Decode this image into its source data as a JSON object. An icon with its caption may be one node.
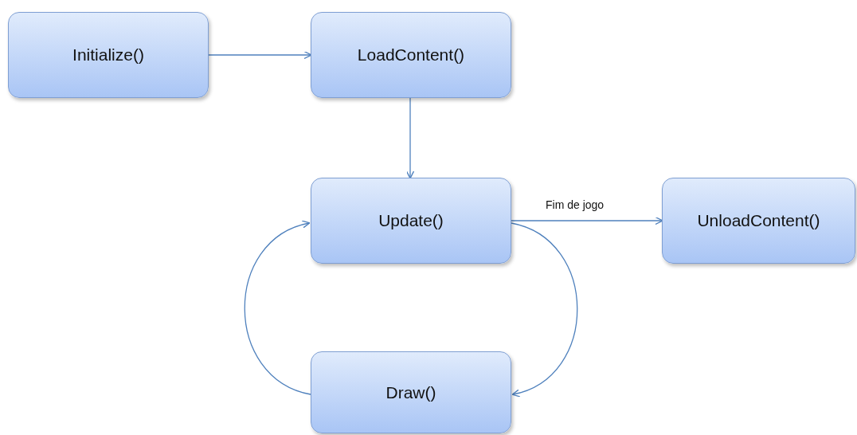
{
  "diagram": {
    "nodes": [
      {
        "text": [
          "Initialize()"
        ]
      },
      {
        "text": [
          "LoadContent()"
        ]
      },
      {
        "text": [
          "Update()"
        ]
      },
      {
        "text": [
          "UnloadContent()"
        ]
      },
      {
        "text": [
          "Draw()"
        ]
      }
    ],
    "edges": [
      {
        "from": 0,
        "to": 1,
        "arrow": "to"
      },
      {
        "from": 1,
        "to": 2,
        "arrow": "to"
      },
      {
        "from": 2,
        "to": 3,
        "arrow": "to",
        "label": "Fim de jogo"
      },
      {
        "from": 2,
        "to": 4,
        "arrow": "to"
      },
      {
        "from": 4,
        "to": 2,
        "arrow": "to"
      }
    ]
  }
}
